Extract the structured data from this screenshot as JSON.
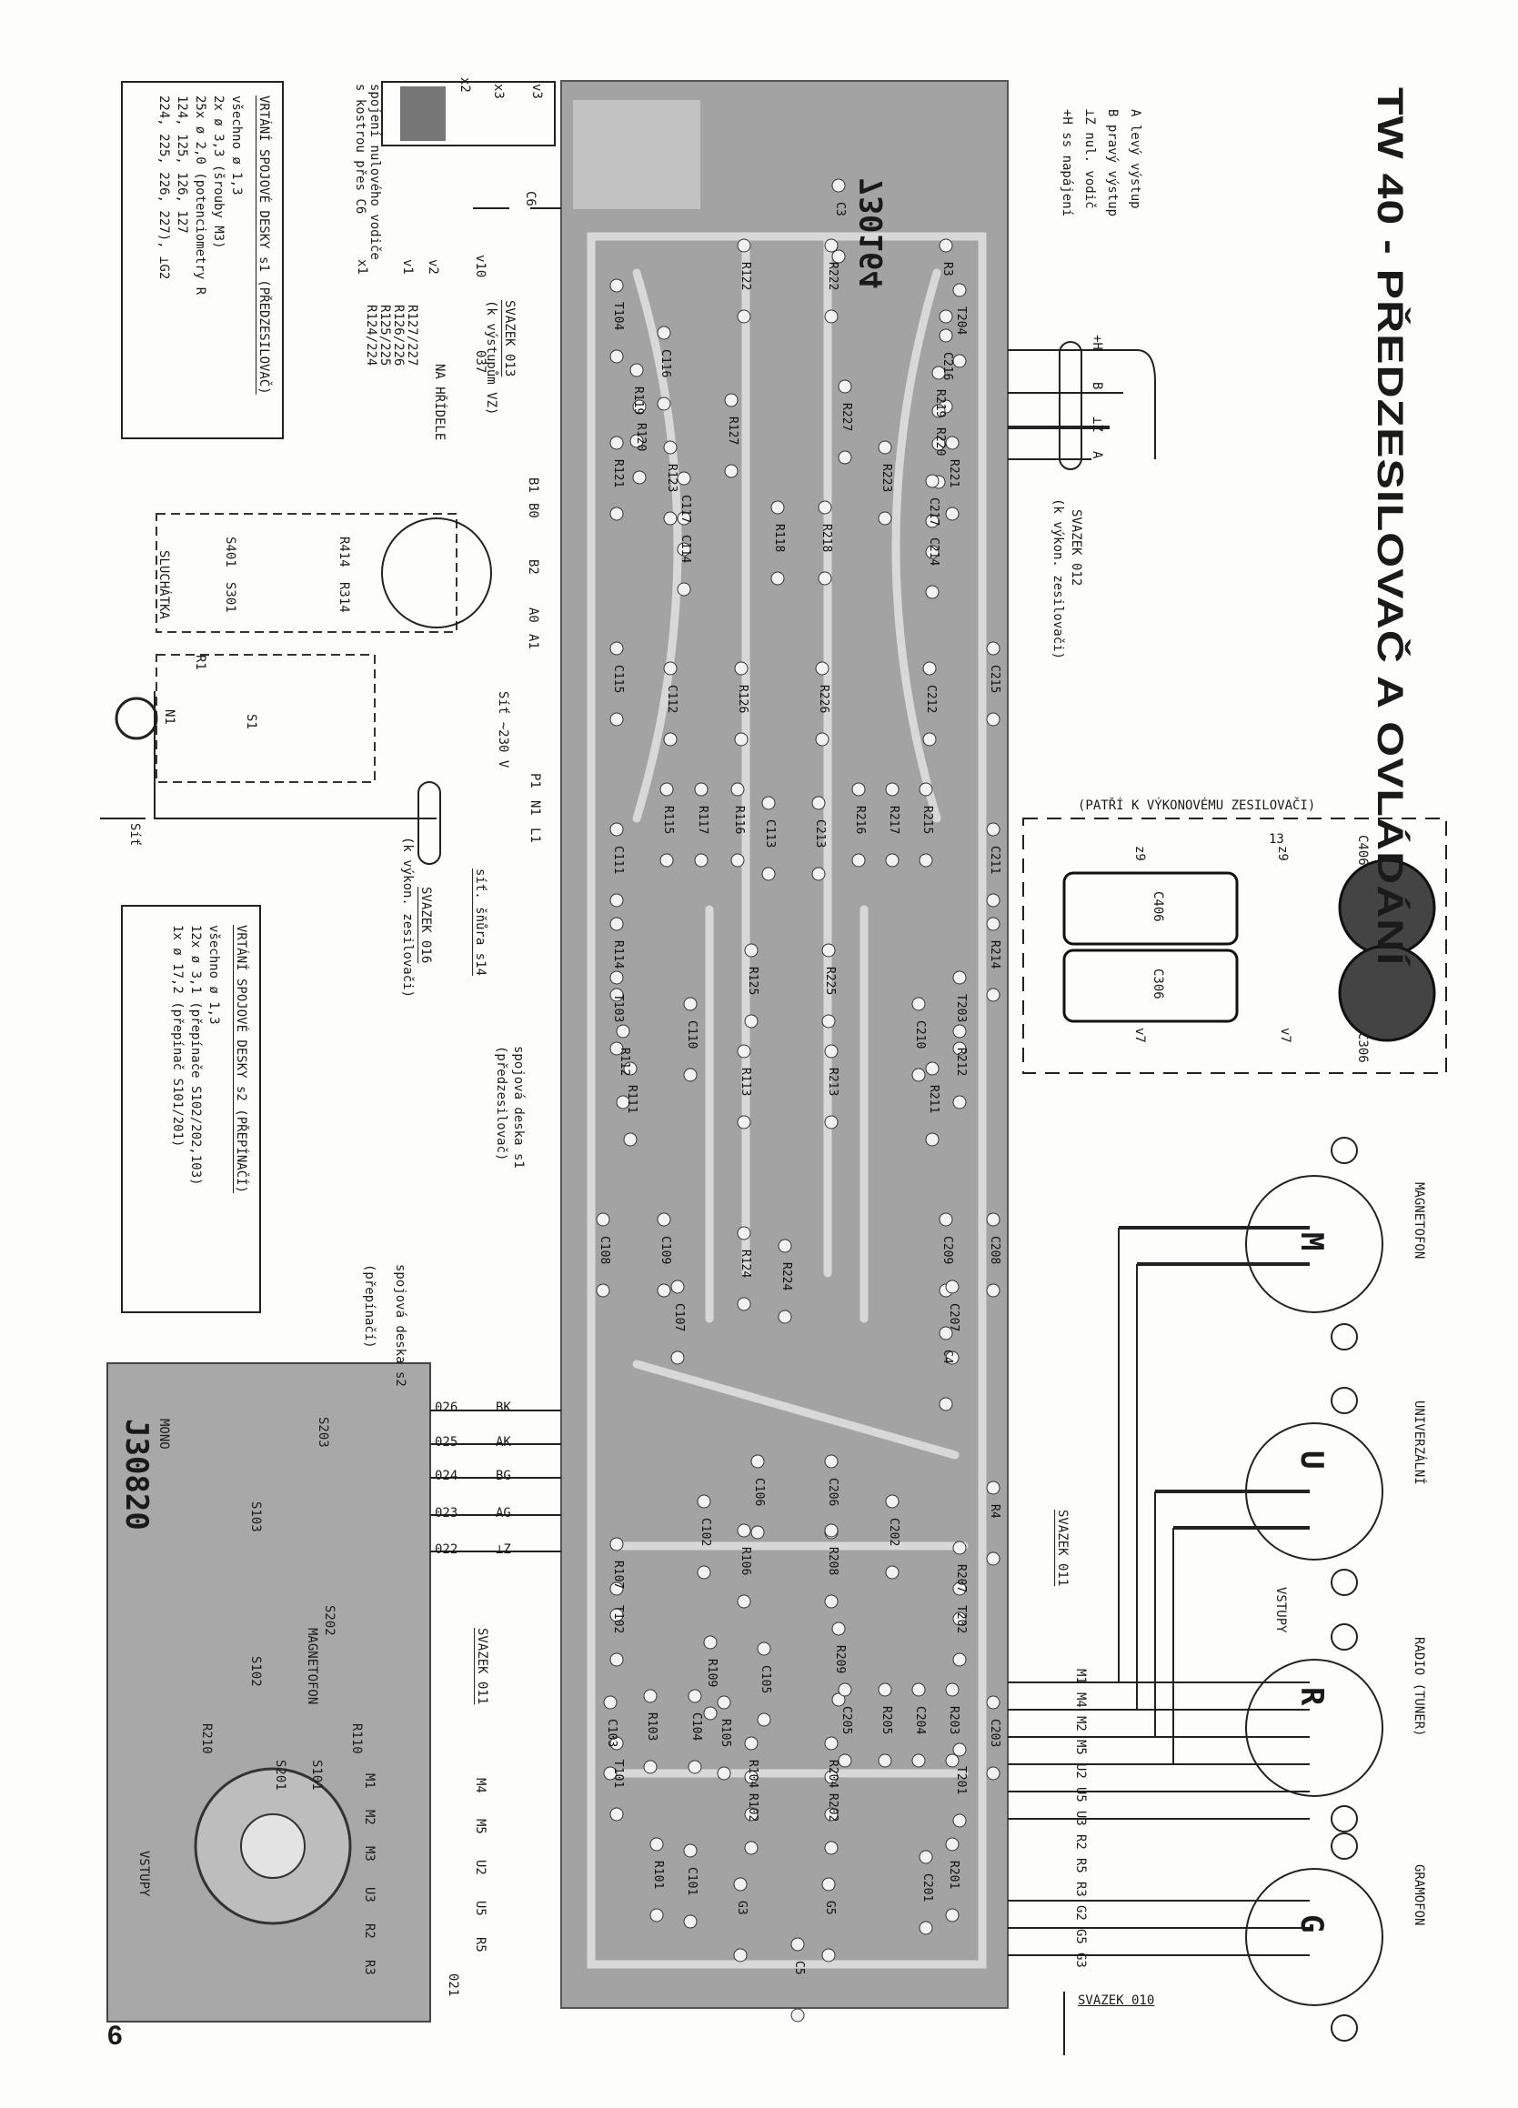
{
  "title": "TW 40 - PŘEDZESILOVAČ A OVLÁDÁNÍ",
  "page_number": "6",
  "legend": {
    "items": [
      "A   levý výstup",
      "B   pravý výstup",
      "⊥Z  nul. vodič",
      "+H  ss napájení"
    ],
    "wire_labels": [
      "+H",
      "B",
      "⊥Z",
      "A"
    ],
    "bundle": "SVAZEK 012",
    "bundle_sub": "(k výkon. zesilovači)"
  },
  "drill_s1": {
    "heading": "VRTÁNÍ SPOJOVÉ DESKY s1 (PŘEDZESILOVAČ)",
    "lines": [
      "všechno   ø 1,3",
      "2x        ø 3,3 (šrouby M3)",
      "25x       ø 2,0 (potenciometry R",
      "                124, 125, 126, 127",
      "             224, 225, 226, 227), ⊥G2"
    ]
  },
  "drill_s2": {
    "heading": "VRTÁNÍ SPOJOVÉ DESKY s2 (PŘEPÍNAČÍ)",
    "lines": [
      "všechno   ø 1,3",
      "12x       ø 3,1 (přepínače S102/202,103)",
      "1x        ø 17,2 (přepínač S101/201)"
    ]
  },
  "ground_note": "spojení nulového vodiče s kostrou přes C6",
  "mech_labels": [
    "v3",
    "x3",
    "x2",
    "C6",
    "v10",
    "037",
    "v2",
    "v1",
    "x1"
  ],
  "svazek_013": "SVAZEK 013",
  "svazek_013_sub": "(k výstupům VZ)",
  "na_hridele": "NA HŘÍDELE",
  "pot_pairs": [
    "R127/227",
    "R126/226",
    "R125/225",
    "R124/224"
  ],
  "headphone": {
    "pins": [
      "B1",
      "B0",
      "B2",
      "A0",
      "A1"
    ],
    "parts": [
      "S401",
      "R414",
      "S301",
      "R314"
    ],
    "label": "SLUCHÁTKA"
  },
  "mains": {
    "parts": [
      "R1",
      "N1",
      "S1"
    ],
    "supply": "Síť ~230 V",
    "pins": [
      "P1",
      "N1",
      "L1"
    ],
    "cord": "síť. šňůra s14",
    "bundle": "SVAZEK 016",
    "bundle_sub": "(k výkon. zesilovači)",
    "plug": "Síť"
  },
  "board_s1_note": "spojová deska s1",
  "board_s1_sub": "(předzesilovač)",
  "board_s2_note": "spojová deska s2",
  "board_s2_sub": "(přepínačí)",
  "pcb": {
    "code": "730164",
    "labels": [
      "R122",
      "R222",
      "R3",
      "T104",
      "T204",
      "C116",
      "C216",
      "R119",
      "R219",
      "R120",
      "R220",
      "R127",
      "R227",
      "R123",
      "R223",
      "R121",
      "R221",
      "C117",
      "C217",
      "C114",
      "C214",
      "R118",
      "R218",
      "C115",
      "C112",
      "R126",
      "R226",
      "C212",
      "C215",
      "R115",
      "R117",
      "R116",
      "C113",
      "C213",
      "R216",
      "R217",
      "R215",
      "C111",
      "C211",
      "R114",
      "R214",
      "R125",
      "R225",
      "T103",
      "T203",
      "C110",
      "C210",
      "R112",
      "R212",
      "R113",
      "R213",
      "R111",
      "R211",
      "C108",
      "C109",
      "R124",
      "R224",
      "C209",
      "C208",
      "C107",
      "C207",
      "C4",
      "C106",
      "C206",
      "C102",
      "C202",
      "R4",
      "R107",
      "R106",
      "R208",
      "R207",
      "T102",
      "T202",
      "R109",
      "C105",
      "R209",
      "R103",
      "C103",
      "C104",
      "R105",
      "C205",
      "R205",
      "C204",
      "R203",
      "C203",
      "R104",
      "R204",
      "T101",
      "T201",
      "R102",
      "R202",
      "R101",
      "C101",
      "R201",
      "C201",
      "C5",
      "C3",
      "G5",
      "G3"
    ]
  },
  "switch_board": {
    "code": "J30820",
    "mode": "MONO",
    "labels": [
      "S203",
      "S103",
      "S202",
      "S102",
      "R210",
      "R110",
      "S201",
      "S101"
    ],
    "section": "MAGNETOFON",
    "inputs": "VSTUPY",
    "pins": [
      "026",
      "025",
      "024",
      "023",
      "022"
    ],
    "signals": [
      "BK",
      "AK",
      "BG",
      "AG",
      "⊥Z"
    ],
    "bundle": "SVAZEK 011",
    "end_pin": "021",
    "wires": [
      "M1",
      "M2",
      "M3",
      "U3",
      "R2",
      "R3",
      "M4",
      "M5",
      "U2",
      "U5",
      "R5"
    ]
  },
  "capacitor_detail": {
    "heading": "(PATŘÍ K VÝKONOVÉMU ZESILOVAČI)",
    "labels": [
      "C406",
      "C306",
      "z9",
      "z9",
      "v7",
      "v7",
      "C406",
      "C306"
    ],
    "dimension": "13"
  },
  "connectors": [
    {
      "name": "MAGNETOFON",
      "letter": "M"
    },
    {
      "name": "UNIVERZÁLNÍ",
      "letter": "U"
    },
    {
      "name": "RADIO (TUNER)",
      "letter": "R"
    },
    {
      "name": "GRAMOFON",
      "letter": "G"
    }
  ],
  "inputs_label": "VSTUPY",
  "right_bundle": "SVAZEK 011",
  "bottom_bundle": "SVAZEK 010",
  "right_wires": [
    "M1",
    "M4",
    "M2",
    "M5",
    "U2",
    "U5",
    "U3",
    "R2",
    "R5",
    "R3",
    "G2",
    "G5",
    "G3"
  ]
}
